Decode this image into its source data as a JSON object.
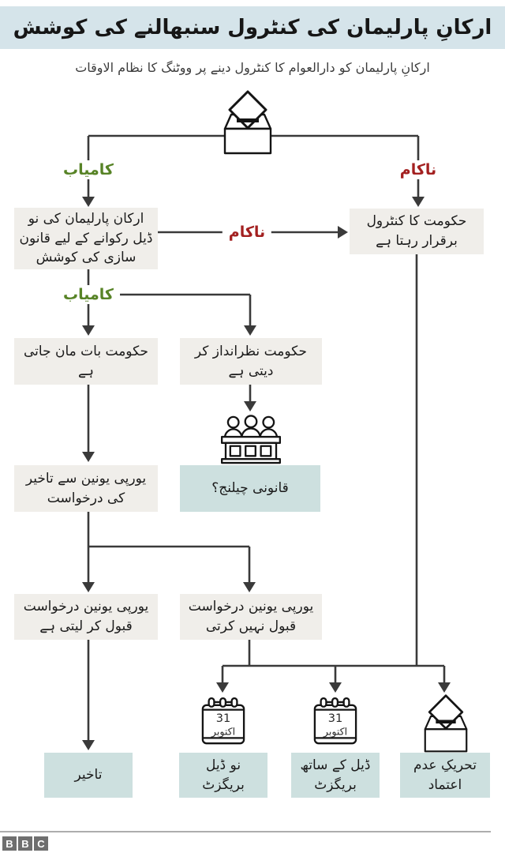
{
  "header": {
    "title": "ارکانِ پارلیمان کی کنٹرول سنبھالنے کی کوشش",
    "subtitle": "ارکانِ پارلیمان کو دارالعوام کا کنٹرول دینے پر ووٹنگ کا نظام الاوقات"
  },
  "edge_labels": {
    "success_top": "کامیاب",
    "fail_top": "ناکام",
    "fail_mid": "ناکام",
    "success_mid": "کامیاب"
  },
  "nodes": {
    "legislate": "ارکان پارلیمان کی نو ڈیل رکوانے کے لیے قانون سازی کی کوشش",
    "govt_control": "حکومت کا کنٹرول برقرار رہتا ہے",
    "govt_agrees": "حکومت بات مان جاتی ہے",
    "govt_ignores": "حکومت نظرانداز کر دیتی ہے",
    "legal_challenge": "قانونی چیلنج؟",
    "eu_delay_request": "یورپی یونین سے تاخیر کی درخواست",
    "eu_accepts": "یورپی یونین درخواست قبول کر لیتی ہے",
    "eu_rejects": "یورپی یونین درخواست قبول نہیں کرتی",
    "delay": "تاخیر",
    "no_deal_brexit": "نو ڈیل بریگزٹ",
    "deal_brexit": "ڈیل کے ساتھ بریگزٹ",
    "no_confidence": "تحریکِ عدم اعتماد"
  },
  "calendar": {
    "day": "31",
    "month": "اکتوبر"
  },
  "icons": [
    "ballot-box-icon",
    "judges-bench-icon",
    "calendar-icon",
    "bbc-logo"
  ],
  "footer": {
    "logo": [
      "B",
      "B",
      "C"
    ]
  },
  "colors": {
    "header_band": "#d5e4ea",
    "node_bg": "#f0eeea",
    "outcome_bg": "#cde0df",
    "success": "#578326",
    "fail": "#a32020",
    "line": "#3a3a3a"
  }
}
